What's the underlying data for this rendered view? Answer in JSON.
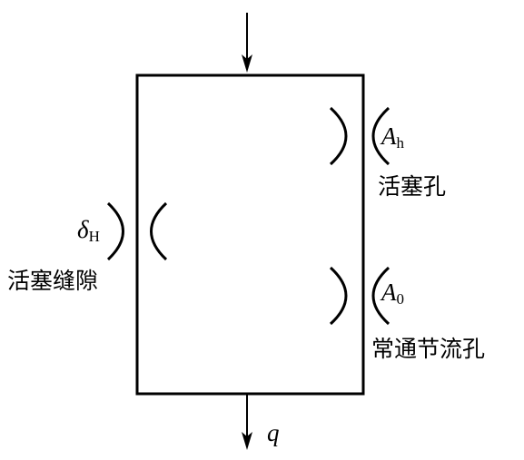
{
  "labels": {
    "piston_hole": "活塞孔",
    "piston_gap": "活塞缝隙",
    "fixed_orifice": "常通节流孔"
  },
  "symbols": {
    "ah_main": "A",
    "ah_sub": "h",
    "a0_main": "A",
    "a0_sub": "0",
    "delta_main": "δ",
    "delta_sub": "H",
    "flow": "q"
  },
  "colors": {
    "line": "#000000",
    "background": "#ffffff"
  }
}
